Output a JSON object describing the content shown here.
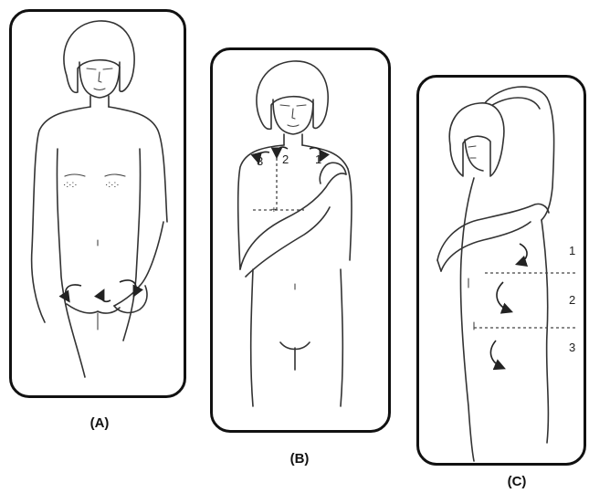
{
  "panels": [
    {
      "id": "A",
      "caption": "(A)"
    },
    {
      "id": "B",
      "caption": "(B)",
      "zone_labels": [
        "3",
        "2",
        "1"
      ]
    },
    {
      "id": "C",
      "caption": "(C)",
      "zone_labels": [
        "1",
        "2",
        "3"
      ]
    }
  ],
  "colors": {
    "outline": "#111111",
    "background": "#ffffff"
  }
}
